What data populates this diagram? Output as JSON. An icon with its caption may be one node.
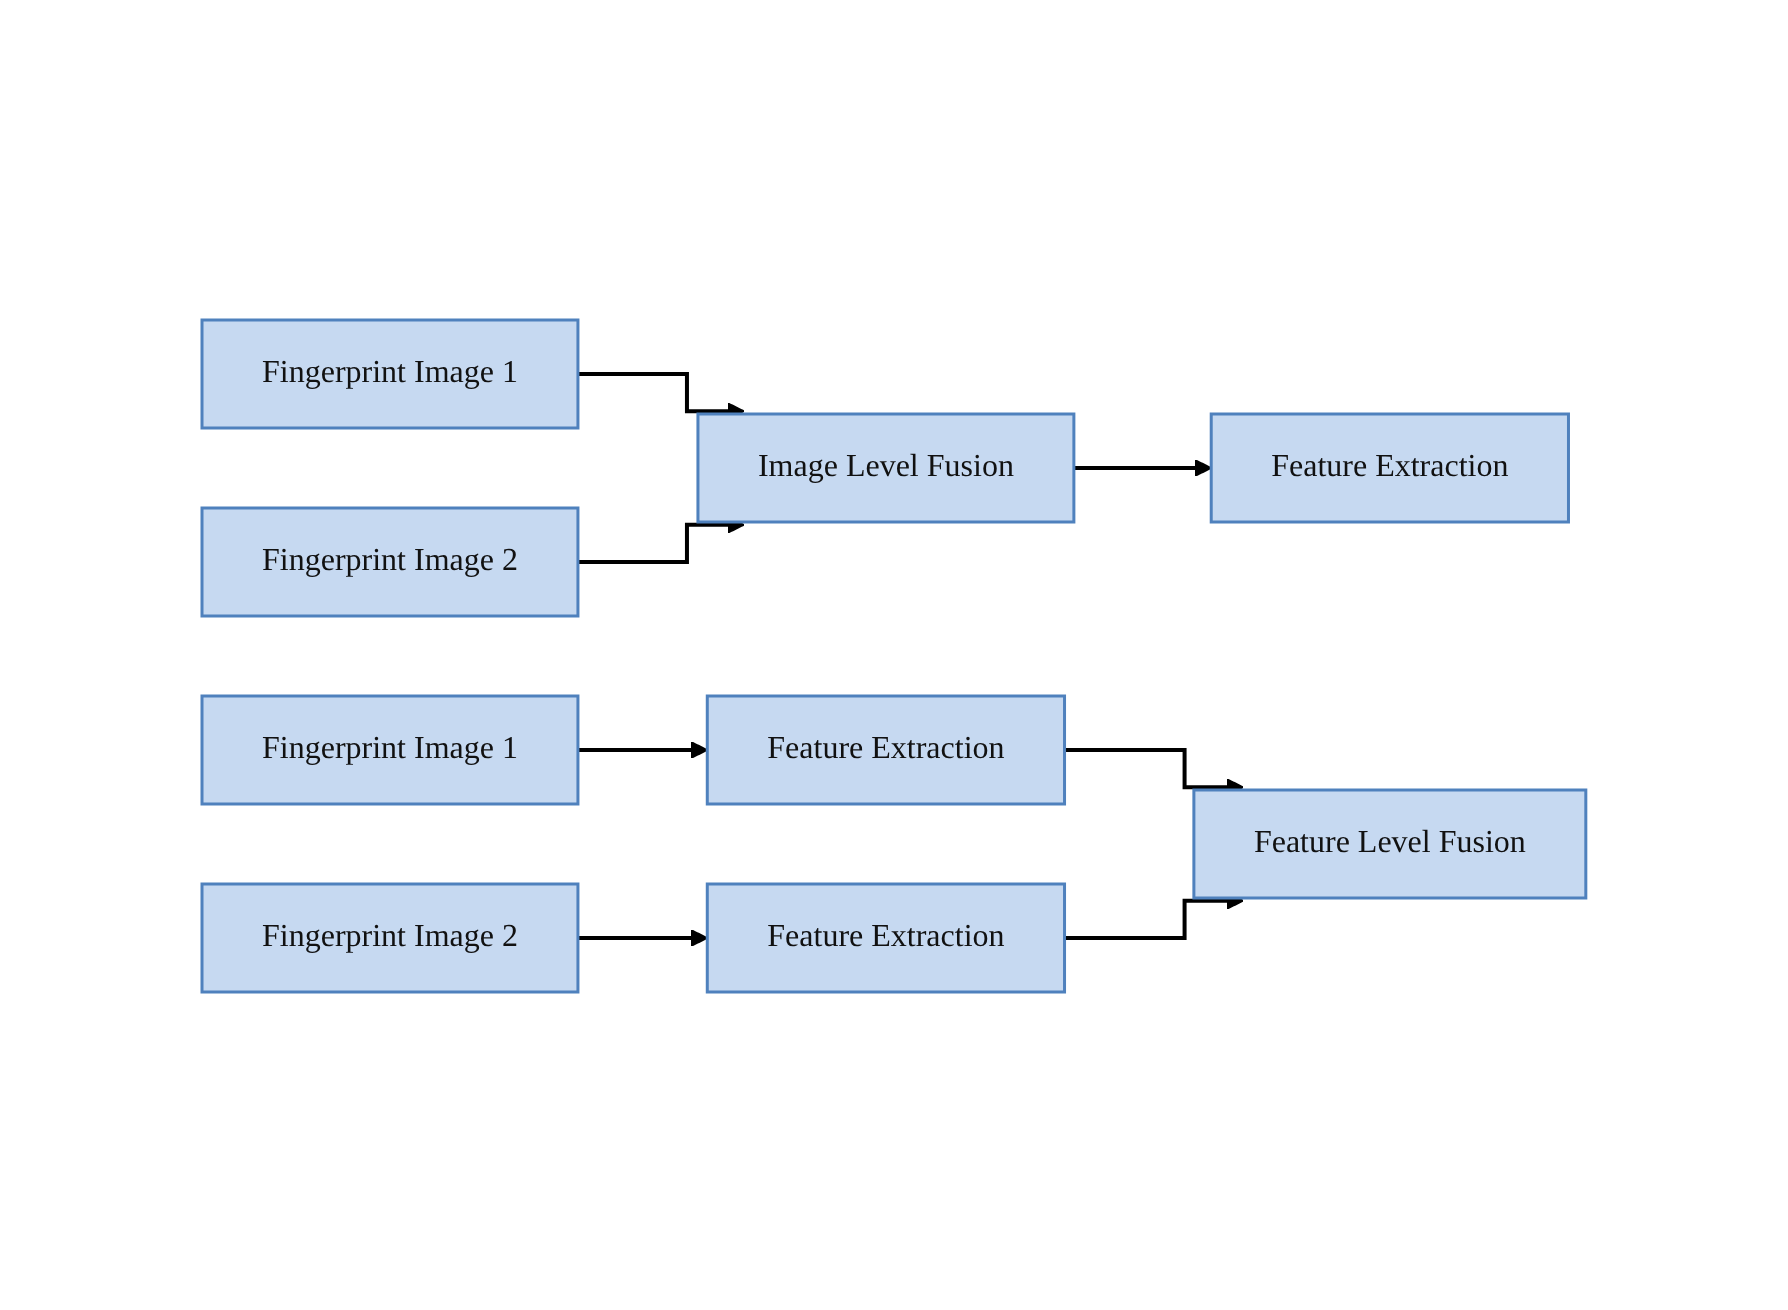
{
  "diagram": {
    "nodes": [
      {
        "text": [
          "Fingerprint Image 1"
        ]
      },
      {
        "text": [
          "Fingerprint Image 2"
        ]
      },
      {
        "text": [
          "Image Level Fusion"
        ]
      },
      {
        "text": [
          "Feature Extraction"
        ]
      },
      {
        "text": [
          "Fingerprint Image 1"
        ]
      },
      {
        "text": [
          "Fingerprint Image 2"
        ]
      },
      {
        "text": [
          "Feature Extraction"
        ]
      },
      {
        "text": [
          "Feature Extraction"
        ]
      },
      {
        "text": [
          "Feature Level Fusion"
        ]
      }
    ],
    "edges": [
      {
        "from": 0,
        "to": 2,
        "arrow": "to"
      },
      {
        "from": 1,
        "to": 2,
        "arrow": "to"
      },
      {
        "from": 2,
        "to": 3,
        "arrow": "to"
      },
      {
        "from": 4,
        "to": 6,
        "arrow": "to"
      },
      {
        "from": 5,
        "to": 7,
        "arrow": "to"
      },
      {
        "from": 6,
        "to": 8,
        "arrow": "to"
      },
      {
        "from": 7,
        "to": 8,
        "arrow": "to"
      }
    ]
  }
}
